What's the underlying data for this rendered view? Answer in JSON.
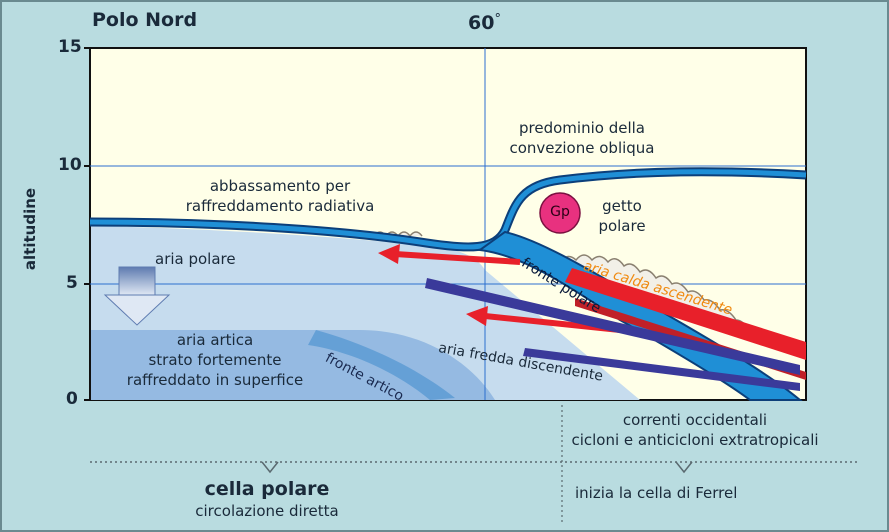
{
  "header": {
    "pole": "Polo Nord",
    "latitude": "60",
    "degree_symbol": "°"
  },
  "axis": {
    "ylabel": "altitudine",
    "yticks": [
      "15",
      "10",
      "5",
      "0"
    ]
  },
  "labels": {
    "convection": [
      "predominio della",
      "convezione obliqua"
    ],
    "lowering": [
      "abbassamento per",
      "raffreddamento radiativa"
    ],
    "jet_symbol": "Gp",
    "jet": [
      "getto",
      "polare"
    ],
    "polar_air": "aria polare",
    "arctic_air": [
      "aria artica",
      "strato fortemente",
      "raffreddato in superfice"
    ],
    "arctic_front": "fronte artico",
    "polar_front": "fronte polare",
    "warm_air": "aria calda ascendente",
    "cold_air": "aria fredda discendente",
    "westerlies": [
      "correnti occidentali",
      "cicloni e anticicloni extratropicali"
    ]
  },
  "bottom": {
    "polar_cell_title": "cella polare",
    "polar_cell_sub": "circolazione diretta",
    "ferrel": "inizia la cella di Ferrel"
  },
  "colors": {
    "background": "#b9dce0",
    "panel": "#ffffe8",
    "front_blue": "#1f8fd6",
    "warm_arrow": "#e8202a",
    "cold_arrow": "#3a3a9a",
    "jet": "#e8317f",
    "arctic_air": "#8fb6e0"
  }
}
